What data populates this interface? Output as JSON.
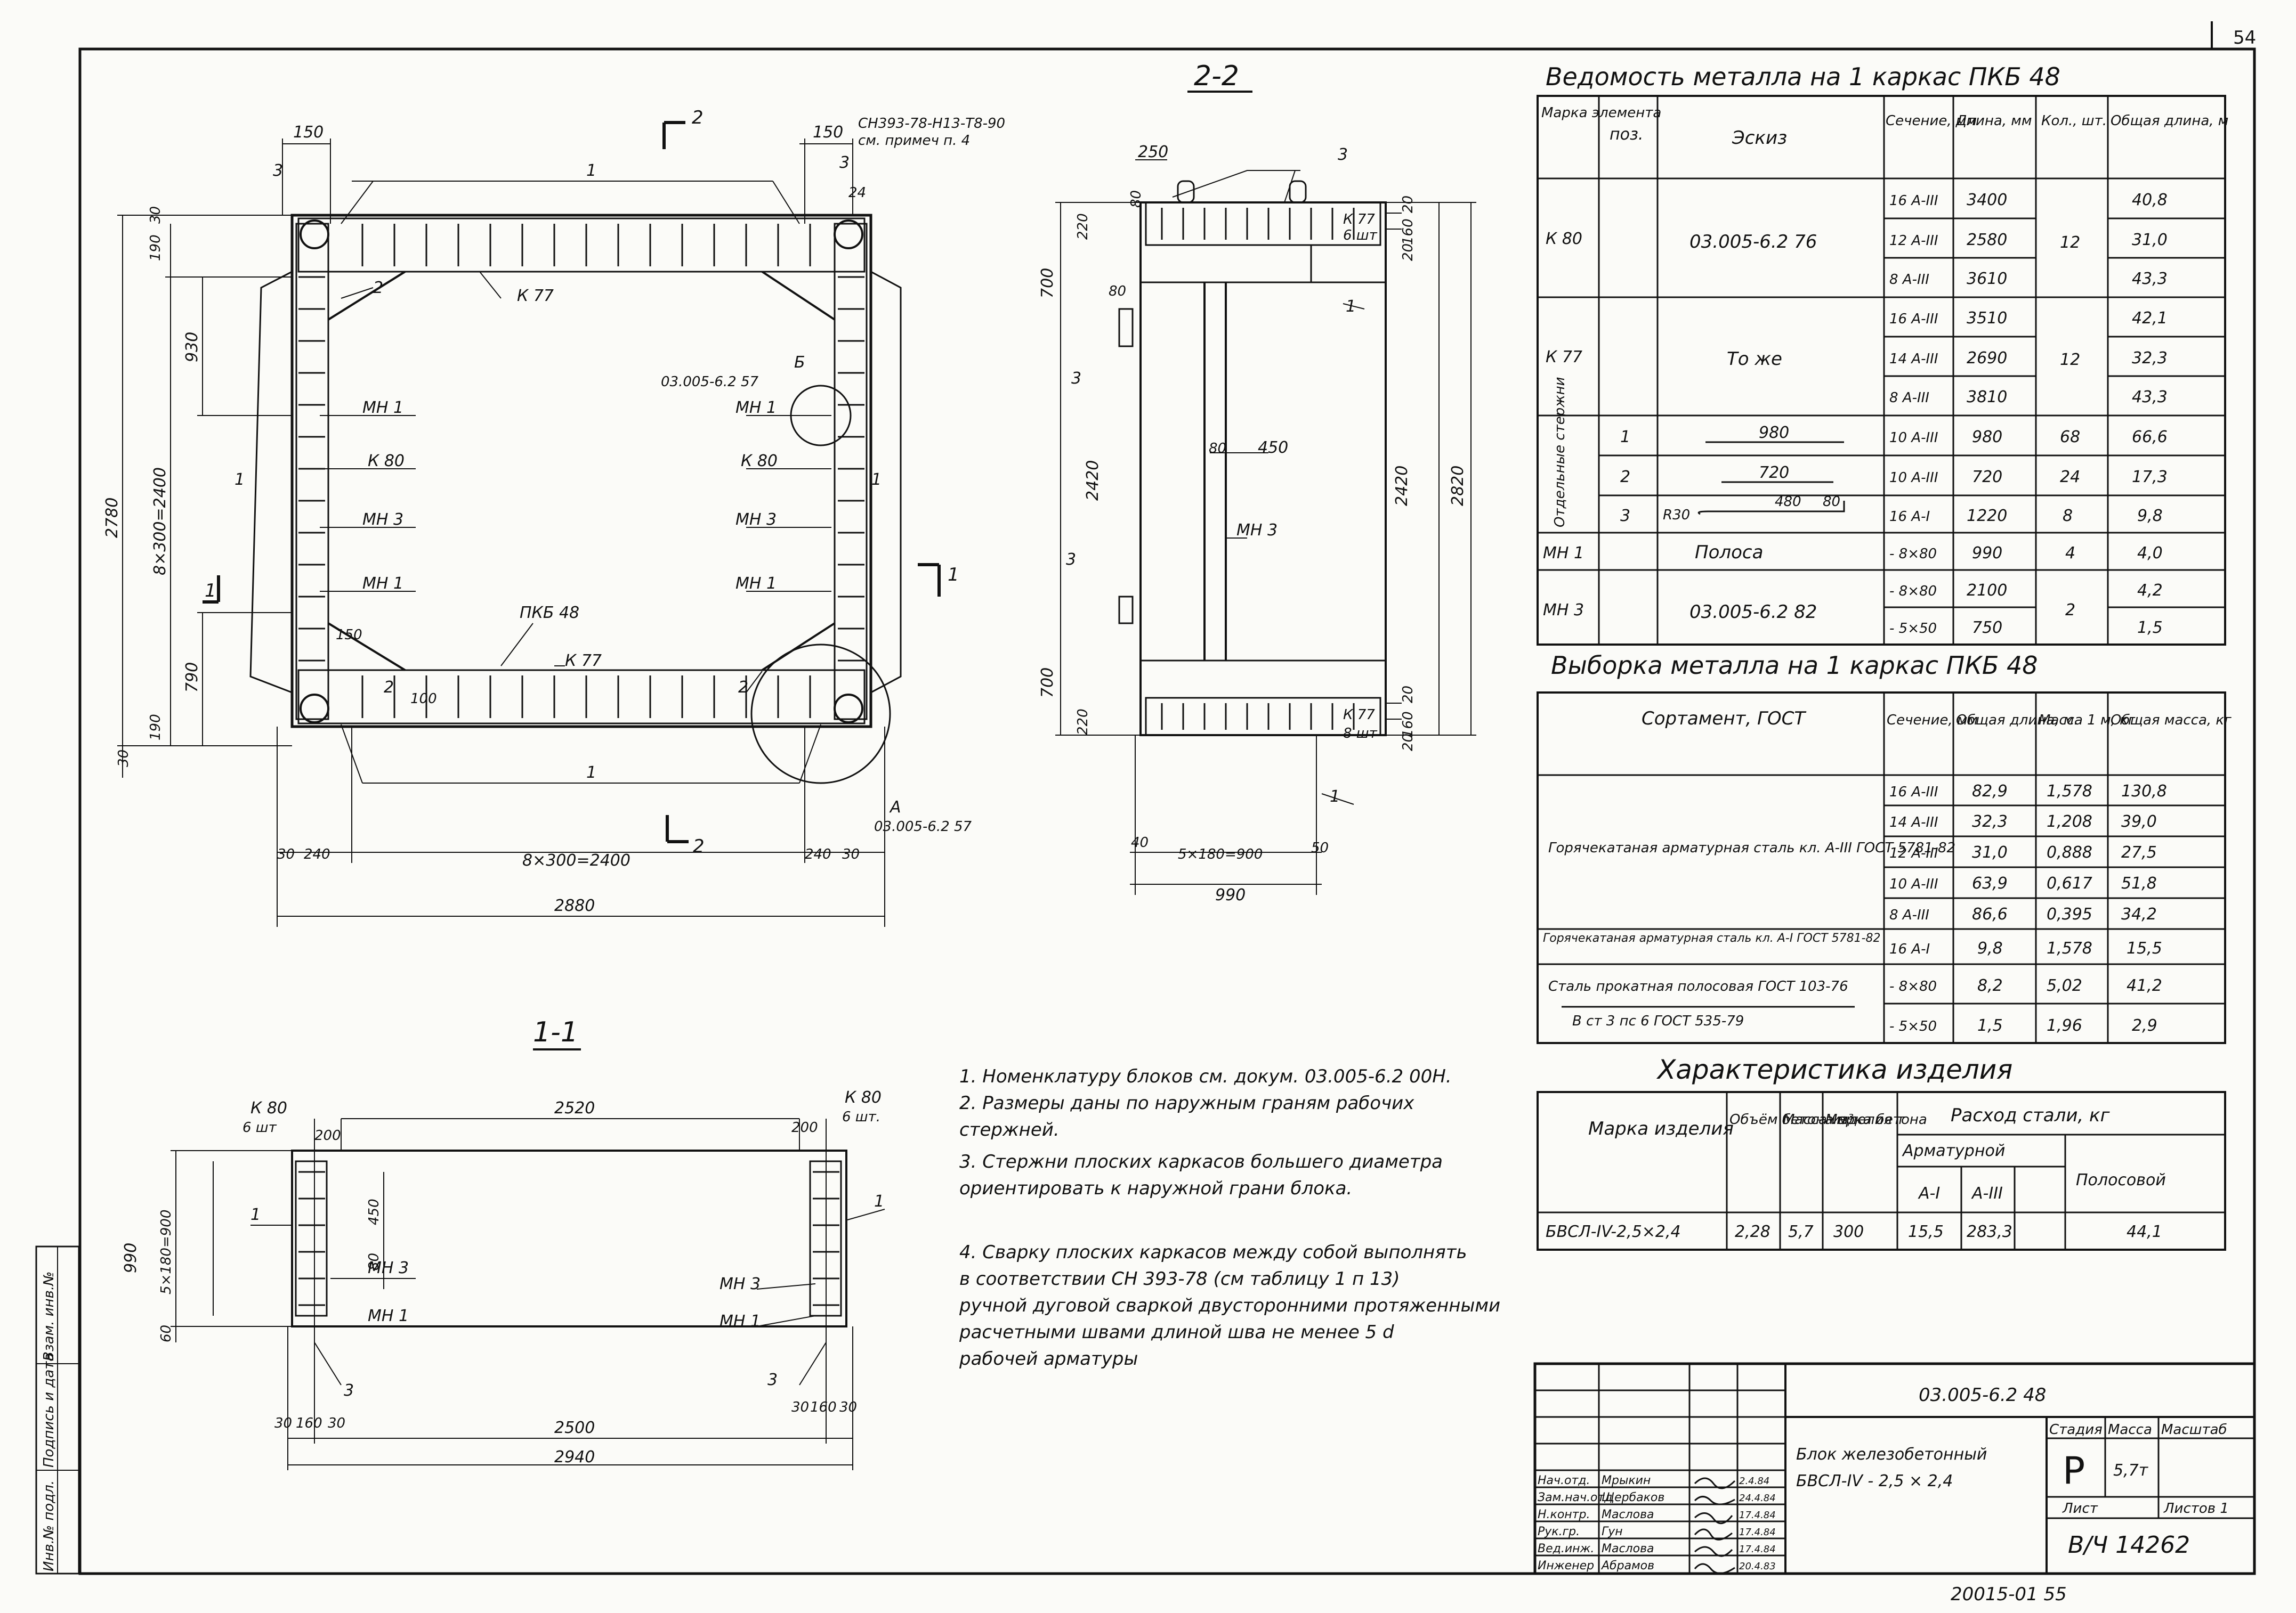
{
  "sheet_number": "54",
  "bottom_code": "20015-01  55",
  "plan": {
    "section_title": "2-2",
    "section_marks": {
      "top": "2",
      "bottom": "2",
      "right": "1",
      "left": "1"
    },
    "dims": {
      "left_150": "150",
      "right_150": "150",
      "left_30": "30",
      "left_190": "190",
      "left_930": "930",
      "left_2780": "2780",
      "left_8x300": "8×300=2400",
      "left_790": "790",
      "left_190b": "190",
      "left_30b": "30",
      "bot_30": "30",
      "bot_240": "240",
      "bot_8x300": "8×300=2400",
      "bot_240r": "240",
      "bot_30r": "30",
      "bot_2880": "2880",
      "inner_150": "150",
      "inner_100": "100",
      "right_24": "24"
    },
    "labels": {
      "n3_left": "3",
      "n3_right": "3",
      "n1_top": "1",
      "n1_bottom": "1",
      "n1_left": "1",
      "n1_right": "1",
      "n2_tl": "2",
      "n2_br": "2",
      "n2_bl": "2",
      "sn_note": "СН393-78-Н13-Т8-90",
      "sn_note2": "см. примеч п. 4",
      "k77_top": "К 77",
      "k77_bot": "К 77",
      "mn1_a": "МН 1",
      "k80_l": "К 80",
      "mn3_l": "МН 3",
      "mn1_b": "МН 1",
      "mn1_r": "МН 1",
      "k80_r": "К 80",
      "mn3_r": "МН 3",
      "mn1_rb": "МН 1",
      "pkb": "ПКБ 48",
      "b_label": "Б",
      "b_ref": "03.005-6.2  57",
      "a_label": "А",
      "a_ref": "03.005-6.2  57"
    }
  },
  "side_view": {
    "dims": {
      "top_250": "250",
      "d80": "80",
      "d220": "220",
      "d700": "700",
      "d80b": "80",
      "d2420l": "2420",
      "d80c": "80",
      "d450": "450",
      "d2420r": "2420",
      "d2820": "2820",
      "d700b": "700",
      "d220b": "220",
      "d20a": "20",
      "d160a": "160",
      "d20b": "20",
      "d20c": "20",
      "d160b": "160",
      "d20d": "20",
      "bot_40": "40",
      "bot_5x180": "5×180=900",
      "bot_50": "50",
      "bot_990": "990"
    },
    "labels": {
      "n3": "3",
      "k77_t": "К 77",
      "sht_t": "6 шт",
      "n1a": "1",
      "n3b": "3",
      "n3c": "3",
      "mn3": "МН 3",
      "k77_b": "К 77",
      "sht_b": "8 шт",
      "n1b": "1"
    }
  },
  "section_1_1": {
    "title": "1-1",
    "dims": {
      "k80_l": "К 80",
      "sht_l": "6 шт",
      "k80_r": "К 80",
      "sht_r": "6 шт.",
      "d200l": "200",
      "d2520": "2520",
      "d200r": "200",
      "d990": "990",
      "d5x180": "5×180=900",
      "d450": "450",
      "d80": "80",
      "d60": "60",
      "d30": "30",
      "d160": "160",
      "d30b": "30",
      "d2500": "2500",
      "d30r": "30",
      "d160r": "160",
      "d30rb": "30",
      "d2940": "2940"
    },
    "labels": {
      "n1l": "1",
      "n1r": "1",
      "mn3l": "МН 3",
      "mn1l": "МН 1",
      "mn3r": "МН 3",
      "mn1r": "МН 1",
      "n3l": "3",
      "n3r": "3"
    }
  },
  "notes": [
    "1. Номенклатуру         блоков см. докум. 03.005-6.2  00Н.",
    "2. Размеры даны по наружным граням рабочих",
    "    стержней.",
    "3. Стержни плоских каркасов большего диаметра",
    "    ориентировать к наружной грани блока.",
    "4. Сварку плоских каркасов между собой выполнять",
    "    в соответствии СН 393-78 (см таблицу 1 п 13)",
    "    ручной дуговой сваркой двусторонними протяженными",
    "    расчетными швами длиной шва не менее 5 d",
    "    рабочей  арматуры"
  ],
  "vedomost": {
    "title": "Ведомость металла на 1 каркас ПКБ  48",
    "headers": [
      "Марка элемента",
      "поз.",
      "Эскиз",
      "Сечение, мм",
      "Длина, мм",
      "Кол., шт.",
      "Общая длина, м"
    ],
    "groups": [
      {
        "mark": "К 80",
        "sketch": "03.005-6.2  76",
        "qty": "12",
        "rows": [
          [
            "16 А-III",
            "3400",
            "40,8"
          ],
          [
            "12 А-III",
            "2580",
            "31,0"
          ],
          [
            "8 А-III",
            "3610",
            "43,3"
          ]
        ]
      },
      {
        "mark": "К 77",
        "sketch": "То же",
        "qty": "12",
        "rows": [
          [
            "16 А-III",
            "3510",
            "42,1"
          ],
          [
            "14 А-III",
            "2690",
            "32,3"
          ],
          [
            "8 А-III",
            "3810",
            "43,3"
          ]
        ]
      }
    ],
    "separate_label": "Отдельные стержни",
    "separate": [
      {
        "pos": "1",
        "sketch": "980",
        "sec": "10 А-III",
        "len": "980",
        "qty": "68",
        "total": "66,6"
      },
      {
        "pos": "2",
        "sketch": "720",
        "sec": "10 А-III",
        "len": "720",
        "qty": "24",
        "total": "17,3"
      },
      {
        "pos": "3",
        "sketch": "480",
        "sketch_r": "R30",
        "sketch_e": "80",
        "sec": "16 А-I",
        "len": "1220",
        "qty": "8",
        "total": "9,8"
      }
    ],
    "mn1": {
      "mark": "МН 1",
      "sketch": "Полоса",
      "sec": "- 8×80",
      "len": "990",
      "qty": "4",
      "total": "4,0"
    },
    "mn3": {
      "mark": "МН 3",
      "sketch": "03.005-6.2  82",
      "qty": "2",
      "rows": [
        [
          "- 8×80",
          "2100",
          "4,2"
        ],
        [
          "- 5×50",
          "750",
          "1,5"
        ]
      ]
    }
  },
  "vyborka": {
    "title": "Выборка металла на 1 каркас  ПКБ  48",
    "headers": [
      "Сортамент, ГОСТ",
      "Сечение, мм",
      "Общая длина, м.",
      "Масса 1 м, кг",
      "Общая масса, кг"
    ],
    "group1": "Горячекатаная арматурная сталь кл. А-III  ГОСТ 5781-82",
    "group1_rows": [
      [
        "16 А-III",
        "82,9",
        "1,578",
        "130,8"
      ],
      [
        "14 А-III",
        "32,3",
        "1,208",
        "39,0"
      ],
      [
        "12 А-III",
        "31,0",
        "0,888",
        "27,5"
      ],
      [
        "10 А-III",
        "63,9",
        "0,617",
        "51,8"
      ],
      [
        "8 А-III",
        "86,6",
        "0,395",
        "34,2"
      ]
    ],
    "group2": "Горячекатаная арматурная сталь кл. А-I  ГОСТ 5781-82",
    "group2_row": [
      "16 А-I",
      "9,8",
      "1,578",
      "15,5"
    ],
    "group3": "Сталь прокатная полосовая ГОСТ 103-76",
    "group3b": "В ст 3  пс 6  ГОСТ 535-79",
    "group3_rows": [
      [
        "- 8×80",
        "8,2",
        "5,02",
        "41,2"
      ],
      [
        "- 5×50",
        "1,5",
        "1,96",
        "2,9"
      ]
    ]
  },
  "harakteristika": {
    "title": "Характеристика  изделия",
    "h_mark": "Марка изделия",
    "h_obem": "Объём бетона м³",
    "h_massa": "Масса изделия т",
    "h_marka_bet": "Марка бетона",
    "h_rashod": "Расход стали, кг",
    "h_armat": "Арматурной",
    "h_ai": "А-I",
    "h_aiii": "А-III",
    "h_polos": "Полосовой",
    "row": [
      "БВСЛ-IV-2,5×2,4",
      "2,28",
      "5,7",
      "300",
      "15,5",
      "283,3",
      "44,1"
    ]
  },
  "stamp": {
    "code": "03.005-6.2  48",
    "title1": "Блок  железобетонный",
    "title2": "БВСЛ-IV - 2,5 × 2,4",
    "h_stage": "Стадия",
    "h_mass": "Масса",
    "h_scale": "Масштаб",
    "stage": "Р",
    "mass": "5,7т",
    "sheet": "Лист",
    "sheets": "Листов 1",
    "org": "В/Ч 14262",
    "people": [
      [
        "Нач.отд.",
        "Мрыкин",
        "2.4.84"
      ],
      [
        "Зам.нач.отд",
        "Щербаков",
        "24.4.84"
      ],
      [
        "Н.контр.",
        "Маслова",
        "17.4.84"
      ],
      [
        "Рук.гр.",
        "Гун",
        "17.4.84"
      ],
      [
        "Вед.инж.",
        "Маслова",
        "17.4.84"
      ],
      [
        "Инженер",
        "Абрамов",
        "20.4.83"
      ]
    ]
  },
  "side_stamp": [
    "Инв.№ подл.",
    "Подпись и дата",
    "Взам. инв.№"
  ]
}
